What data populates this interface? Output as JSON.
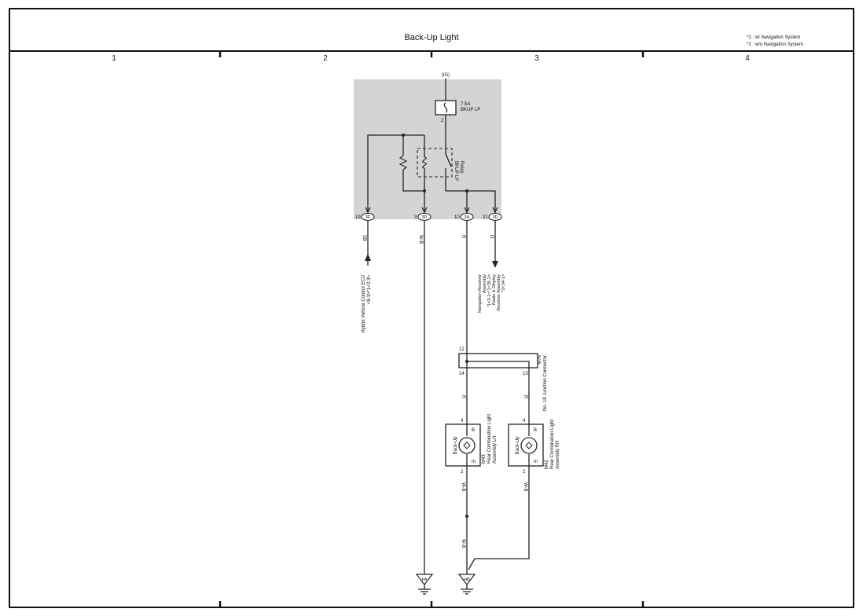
{
  "title": "Back-Up Light",
  "legend": [
    "*1 : w/ Navigation System",
    "*2 : w/o Navigation System"
  ],
  "columns": [
    "1",
    "2",
    "3",
    "4"
  ],
  "relay_block": {
    "source": "(IG)",
    "fuse_rating": "7.5A",
    "fuse_name": "BKUP LP",
    "fuse_pin": "2",
    "relay_name": "BKUP LP",
    "relay_suffix": "Relay"
  },
  "connectors": [
    {
      "pin": "19",
      "code": "3F"
    },
    {
      "pin": "3",
      "code": "3D"
    },
    {
      "pin": "10",
      "code": "3H"
    },
    {
      "pin": "21",
      "code": "3D"
    }
  ],
  "wires": {
    "sb": "SB",
    "wb": "W-B",
    "r": "R",
    "g": "G"
  },
  "destinations": {
    "hybrid_ecu": [
      "Hybrid Vehicle Control ECU",
      "<8-3>*1<2-3>"
    ],
    "navigation": [
      "Navigation Receiver",
      "Assembly",
      "*1<3-1>*1<35-2>",
      "Radio & Display",
      "Receiver Assembly",
      "*2<34-1>"
    ]
  },
  "junction": {
    "code": "M76",
    "name": "No. 18 Junction Connector",
    "pin_in": "12",
    "pin_out_left": "14",
    "pin_out_right": "13"
  },
  "lamps": [
    {
      "label": "Back-Up",
      "code": "M43",
      "name_line1": "Rear Combination Light",
      "name_line2": "Assembly LH",
      "pin_top": "4",
      "pin_bottom": "2",
      "mark_top": "B",
      "mark_bottom": "m"
    },
    {
      "label": "Back-Up",
      "code": "M42",
      "name_line1": "Rear Combination Light",
      "name_line2": "Assembly RH",
      "pin_top": "4",
      "pin_bottom": "2",
      "mark_top": "B",
      "mark_bottom": "m"
    }
  ],
  "grounds": [
    "FA",
    "HB"
  ]
}
